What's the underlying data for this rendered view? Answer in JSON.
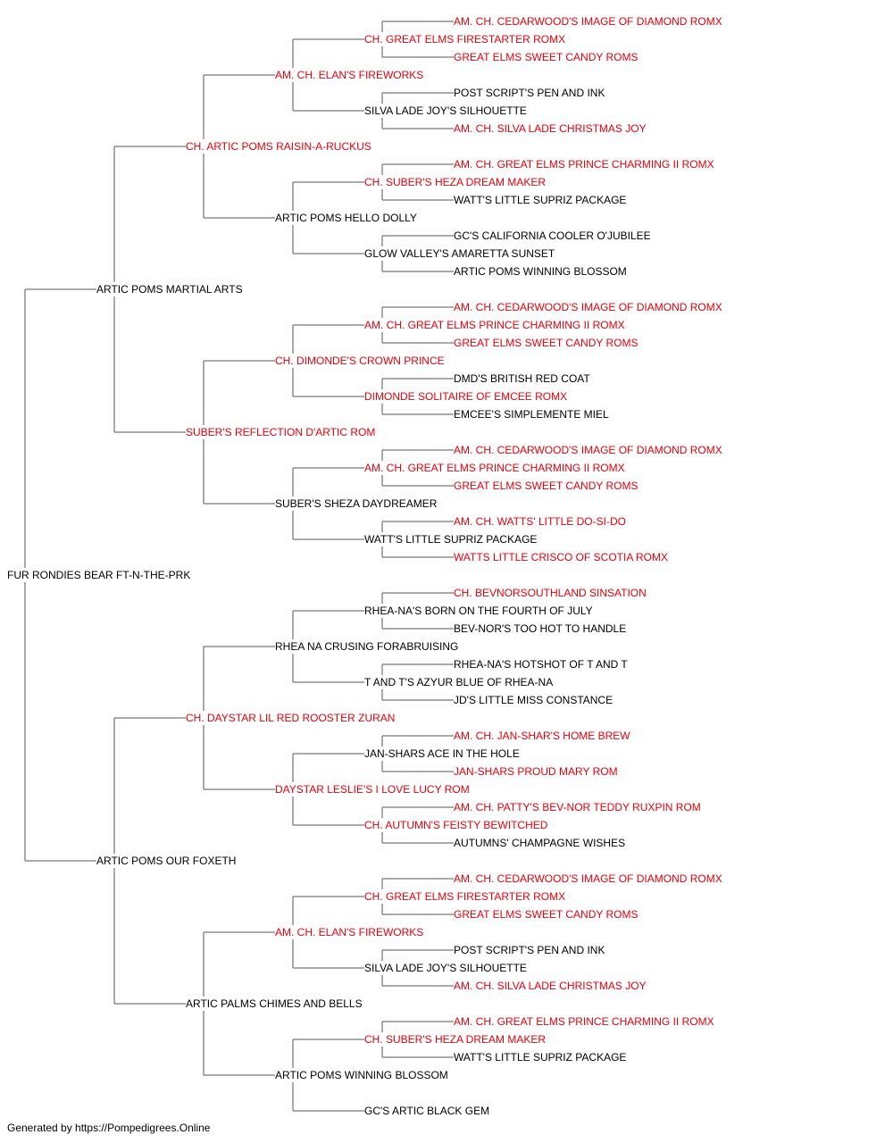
{
  "colors": {
    "champion": "#e8000b",
    "normal": "#000000",
    "line": "#555555"
  },
  "pedigree": {
    "name": "FUR RONDIES BEAR FT-N-THE-PRK",
    "champion": false,
    "sire": {
      "name": "ARTIC POMS MARTIAL ARTS",
      "champion": false,
      "sire": {
        "name": "CH. ARTIC POMS RAISIN-A-RUCKUS",
        "champion": true,
        "sire": {
          "name": "AM. CH. ELAN'S FIREWORKS",
          "champion": true,
          "sire": {
            "name": "CH. GREAT ELMS FIRESTARTER ROMX",
            "champion": true,
            "sire": {
              "name": "AM. CH. CEDARWOOD'S IMAGE OF DIAMOND ROMX",
              "champion": true
            },
            "dam": {
              "name": "GREAT ELMS SWEET CANDY ROMS",
              "champion": true
            }
          },
          "dam": {
            "name": "SILVA LADE JOY'S SILHOUETTE",
            "champion": false,
            "sire": {
              "name": "POST SCRIPT'S PEN AND INK",
              "champion": false
            },
            "dam": {
              "name": "AM. CH. SILVA LADE CHRISTMAS JOY",
              "champion": true
            }
          }
        },
        "dam": {
          "name": "ARTIC POMS HELLO DOLLY",
          "champion": false,
          "sire": {
            "name": "CH. SUBER'S HEZA DREAM MAKER",
            "champion": true,
            "sire": {
              "name": "AM. CH. GREAT ELMS PRINCE CHARMING II ROMX",
              "champion": true
            },
            "dam": {
              "name": "WATT'S LITTLE SUPRIZ PACKAGE",
              "champion": false
            }
          },
          "dam": {
            "name": "GLOW VALLEY'S AMARETTA SUNSET",
            "champion": false,
            "sire": {
              "name": "GC'S CALIFORNIA COOLER O'JUBILEE",
              "champion": false
            },
            "dam": {
              "name": "ARTIC POMS WINNING BLOSSOM",
              "champion": false
            }
          }
        }
      },
      "dam": {
        "name": "SUBER'S REFLECTION D'ARTIC ROM",
        "champion": true,
        "sire": {
          "name": "CH. DIMONDE'S CROWN PRINCE",
          "champion": true,
          "sire": {
            "name": "AM. CH. GREAT ELMS PRINCE CHARMING II ROMX",
            "champion": true,
            "sire": {
              "name": "AM. CH. CEDARWOOD'S IMAGE OF DIAMOND ROMX",
              "champion": true
            },
            "dam": {
              "name": "GREAT ELMS SWEET CANDY ROMS",
              "champion": true
            }
          },
          "dam": {
            "name": "DIMONDE SOLITAIRE OF EMCEE ROMX",
            "champion": true,
            "sire": {
              "name": "DMD'S BRITISH RED COAT",
              "champion": false
            },
            "dam": {
              "name": "EMCEE'S SIMPLEMENTE MIEL",
              "champion": false
            }
          }
        },
        "dam": {
          "name": "SUBER'S SHEZA DAYDREAMER",
          "champion": false,
          "sire": {
            "name": "AM. CH. GREAT ELMS PRINCE CHARMING II ROMX",
            "champion": true,
            "sire": {
              "name": "AM. CH. CEDARWOOD'S IMAGE OF DIAMOND ROMX",
              "champion": true
            },
            "dam": {
              "name": "GREAT ELMS SWEET CANDY ROMS",
              "champion": true
            }
          },
          "dam": {
            "name": "WATT'S LITTLE SUPRIZ PACKAGE",
            "champion": false,
            "sire": {
              "name": "AM. CH. WATTS' LITTLE DO-SI-DO",
              "champion": true
            },
            "dam": {
              "name": "WATTS LITTLE CRISCO OF SCOTIA ROMX",
              "champion": true
            }
          }
        }
      }
    },
    "dam": {
      "name": "ARTIC POMS OUR FOXETH",
      "champion": false,
      "sire": {
        "name": "CH. DAYSTAR LIL RED ROOSTER ZURAN",
        "champion": true,
        "sire": {
          "name": "RHEA NA CRUSING FORABRUISING",
          "champion": false,
          "sire": {
            "name": "RHEA-NA'S BORN ON THE FOURTH OF JULY",
            "champion": false,
            "sire": {
              "name": "CH. BEVNORSOUTHLAND SINSATION",
              "champion": true
            },
            "dam": {
              "name": "BEV-NOR'S TOO HOT TO HANDLE",
              "champion": false
            }
          },
          "dam": {
            "name": "T AND T'S AZYUR BLUE OF RHEA-NA",
            "champion": false,
            "sire": {
              "name": "RHEA-NA'S HOTSHOT OF T AND T",
              "champion": false
            },
            "dam": {
              "name": "JD'S LITTLE MISS CONSTANCE",
              "champion": false
            }
          }
        },
        "dam": {
          "name": "DAYSTAR LESLIE'S I LOVE LUCY ROM",
          "champion": true,
          "sire": {
            "name": "JAN-SHARS ACE IN THE HOLE",
            "champion": false,
            "sire": {
              "name": "AM. CH. JAN-SHAR'S HOME BREW",
              "champion": true
            },
            "dam": {
              "name": "JAN-SHARS PROUD MARY ROM",
              "champion": true
            }
          },
          "dam": {
            "name": "CH. AUTUMN'S FEISTY BEWITCHED",
            "champion": true,
            "sire": {
              "name": "AM. CH. PATTY'S BEV-NOR TEDDY RUXPIN ROM",
              "champion": true
            },
            "dam": {
              "name": "AUTUMNS' CHAMPAGNE WISHES",
              "champion": false
            }
          }
        }
      },
      "dam": {
        "name": "ARTIC PALMS CHIMES AND BELLS",
        "champion": false,
        "sire": {
          "name": "AM. CH. ELAN'S FIREWORKS",
          "champion": true,
          "sire": {
            "name": "CH. GREAT ELMS FIRESTARTER ROMX",
            "champion": true,
            "sire": {
              "name": "AM. CH. CEDARWOOD'S IMAGE OF DIAMOND ROMX",
              "champion": true
            },
            "dam": {
              "name": "GREAT ELMS SWEET CANDY ROMS",
              "champion": true
            }
          },
          "dam": {
            "name": "SILVA LADE JOY'S SILHOUETTE",
            "champion": false,
            "sire": {
              "name": "POST SCRIPT'S PEN AND INK",
              "champion": false
            },
            "dam": {
              "name": "AM. CH. SILVA LADE CHRISTMAS JOY",
              "champion": true
            }
          }
        },
        "dam": {
          "name": "ARTIC POMS WINNING BLOSSOM",
          "champion": false,
          "sire": {
            "name": "CH. SUBER'S HEZA DREAM MAKER",
            "champion": true,
            "sire": {
              "name": "AM. CH. GREAT ELMS PRINCE CHARMING II ROMX",
              "champion": true
            },
            "dam": {
              "name": "WATT'S LITTLE SUPRIZ PACKAGE",
              "champion": false
            }
          },
          "dam": {
            "name": "GC'S ARTIC BLACK GEM",
            "champion": false
          }
        }
      }
    }
  },
  "footer": "Generated by https://Pompedigrees.Online"
}
